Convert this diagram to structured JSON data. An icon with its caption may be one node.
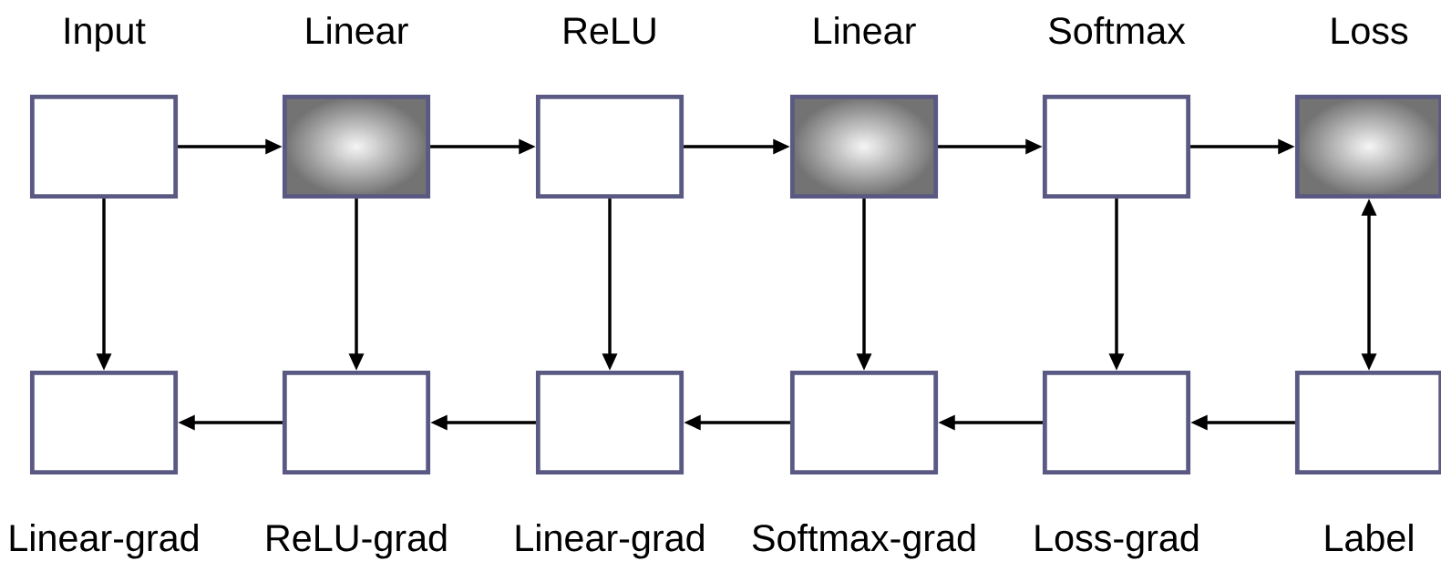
{
  "diagram": {
    "nodes": [
      {
        "text": [
          "Input"
        ]
      },
      {
        "text": [
          "Linear"
        ]
      },
      {
        "text": [
          "ReLU"
        ]
      },
      {
        "text": [
          "Linear"
        ]
      },
      {
        "text": [
          "Softmax"
        ]
      },
      {
        "text": [
          "Loss"
        ]
      },
      {
        "text": [
          "Linear-grad"
        ]
      },
      {
        "text": [
          "ReLU-grad"
        ]
      },
      {
        "text": [
          "Linear-grad"
        ]
      },
      {
        "text": [
          "Softmax-grad"
        ]
      },
      {
        "text": [
          "Loss-grad"
        ]
      },
      {
        "text": [
          "Label"
        ]
      }
    ],
    "edges": [
      {
        "from": 0,
        "to": 1,
        "arrow": "to"
      },
      {
        "from": 1,
        "to": 2,
        "arrow": "to"
      },
      {
        "from": 2,
        "to": 3,
        "arrow": "to"
      },
      {
        "from": 3,
        "to": 4,
        "arrow": "to"
      },
      {
        "from": 4,
        "to": 5,
        "arrow": "to"
      },
      {
        "from": 0,
        "to": 6,
        "arrow": "to"
      },
      {
        "from": 1,
        "to": 7,
        "arrow": "to"
      },
      {
        "from": 2,
        "to": 8,
        "arrow": "to"
      },
      {
        "from": 3,
        "to": 9,
        "arrow": "to"
      },
      {
        "from": 4,
        "to": 10,
        "arrow": "to"
      },
      {
        "from": 5,
        "to": 11,
        "arrow": "both"
      },
      {
        "from": 11,
        "to": 10,
        "arrow": "to"
      },
      {
        "from": 10,
        "to": 9,
        "arrow": "to"
      },
      {
        "from": 9,
        "to": 8,
        "arrow": "to"
      },
      {
        "from": 8,
        "to": 7,
        "arrow": "to"
      },
      {
        "from": 7,
        "to": 6,
        "arrow": "to"
      }
    ]
  }
}
